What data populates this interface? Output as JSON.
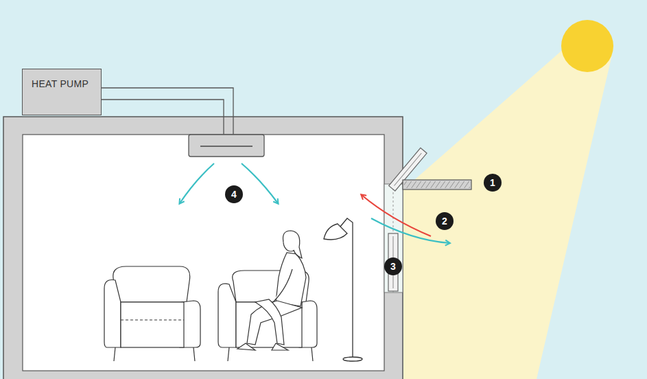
{
  "diagram": {
    "nodes": [
      {
        "text": [
          "HEAT PUMP"
        ]
      }
    ],
    "labels": [
      "1",
      "2",
      "3",
      "4"
    ]
  }
}
